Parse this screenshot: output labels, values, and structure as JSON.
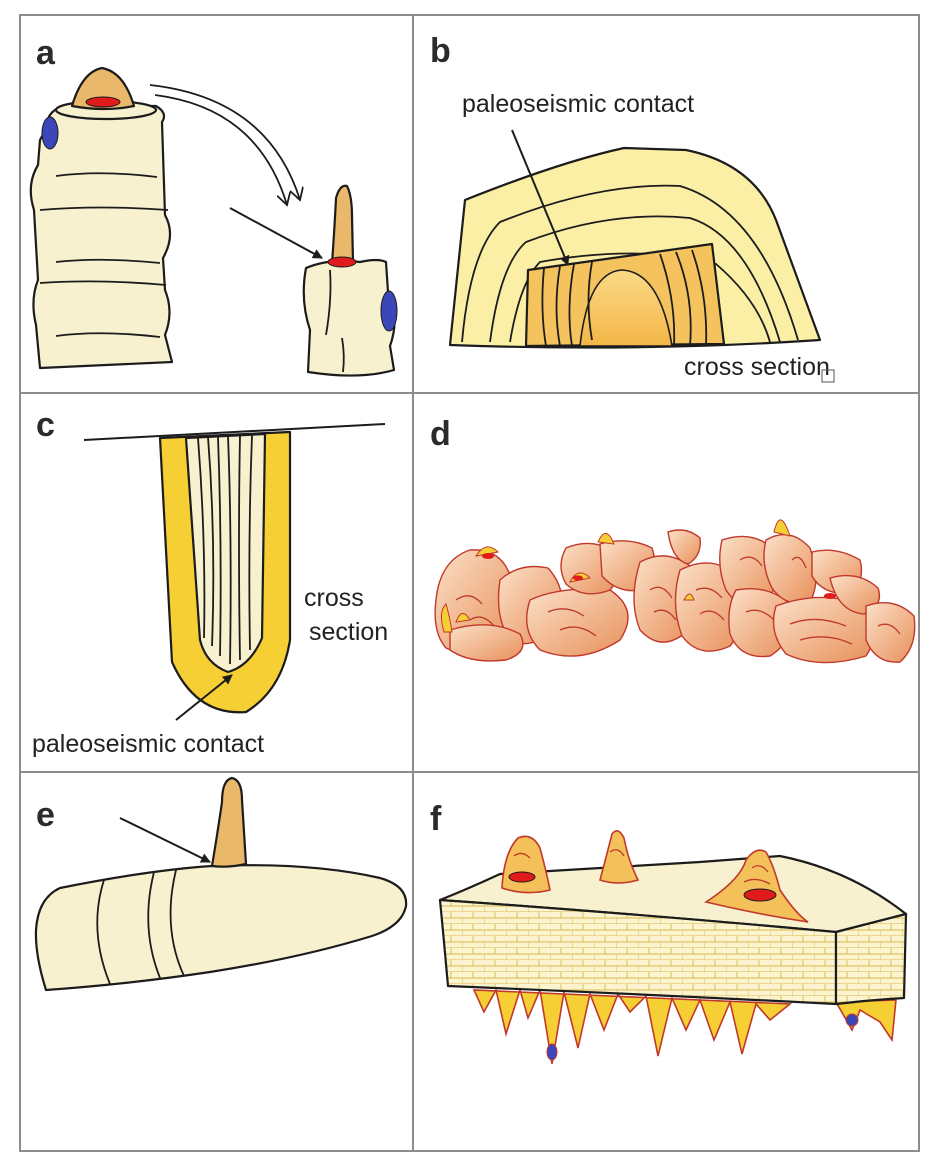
{
  "panels": {
    "a": {
      "label": "a"
    },
    "b": {
      "label": "b",
      "annotation_top": "paleoseismic contact",
      "annotation_bottom": "cross section"
    },
    "c": {
      "label": "c",
      "annotation_side_line1": "cross",
      "annotation_side_line2": "section",
      "annotation_bottom": "paleoseismic contact"
    },
    "d": {
      "label": "d"
    },
    "e": {
      "label": "e"
    },
    "f": {
      "label": "f"
    }
  },
  "colors": {
    "shell_cream": "#f8f1cf",
    "layer_light": "#fbefa6",
    "layer_mid": "#f9e07a",
    "core_orange": "#f2b547",
    "tube_tan": "#e9b86a",
    "rim_yellow": "#f6cf35",
    "red_spot": "#e01b1b",
    "blue_spot": "#3b46b8",
    "rock_orange": "#ea9a63",
    "divider": "#8c8c8c"
  },
  "icons": [
    "curved-double-arrow-icon",
    "pointer-arrow-icon"
  ]
}
